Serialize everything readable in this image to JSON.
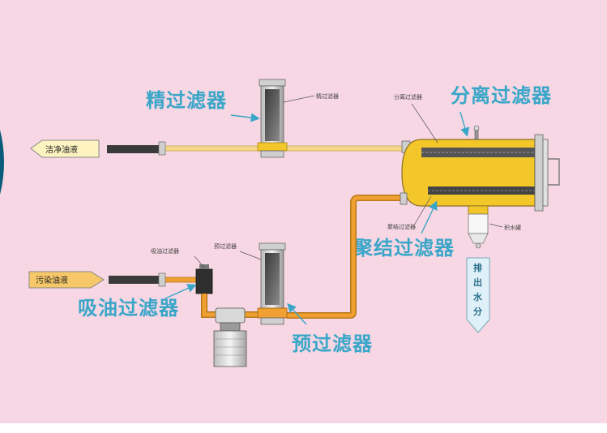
{
  "labels": {
    "fine_filter": "精过滤器",
    "separation_filter": "分离过滤器",
    "coalescing_filter": "聚结过滤器",
    "suction_filter": "吸油过滤器",
    "pre_filter": "预过滤器"
  },
  "small_labels": {
    "fine_filter": "精过滤器",
    "separation_filter": "分离过滤器",
    "coalescing_filter": "聚结过滤器",
    "water_collector": "积水罐",
    "suction_filter": "吸油过滤器",
    "pre_filter": "预过滤器"
  },
  "flow": {
    "clean_oil": "洁净油液",
    "dirty_oil": "污染油液",
    "water_out": [
      "排",
      "出",
      "水",
      "分"
    ]
  },
  "colors": {
    "background": "#f7d7e4",
    "label_blue": "#3aa6c8",
    "pipe_yellow": "#f5d78a",
    "pipe_orange": "#f0a030",
    "vessel_yellow": "#f3c62a",
    "dirty_arrow": "#f7c86a",
    "clean_arrow": "#fdf3c0",
    "water_arrow": "#dff0f8"
  }
}
